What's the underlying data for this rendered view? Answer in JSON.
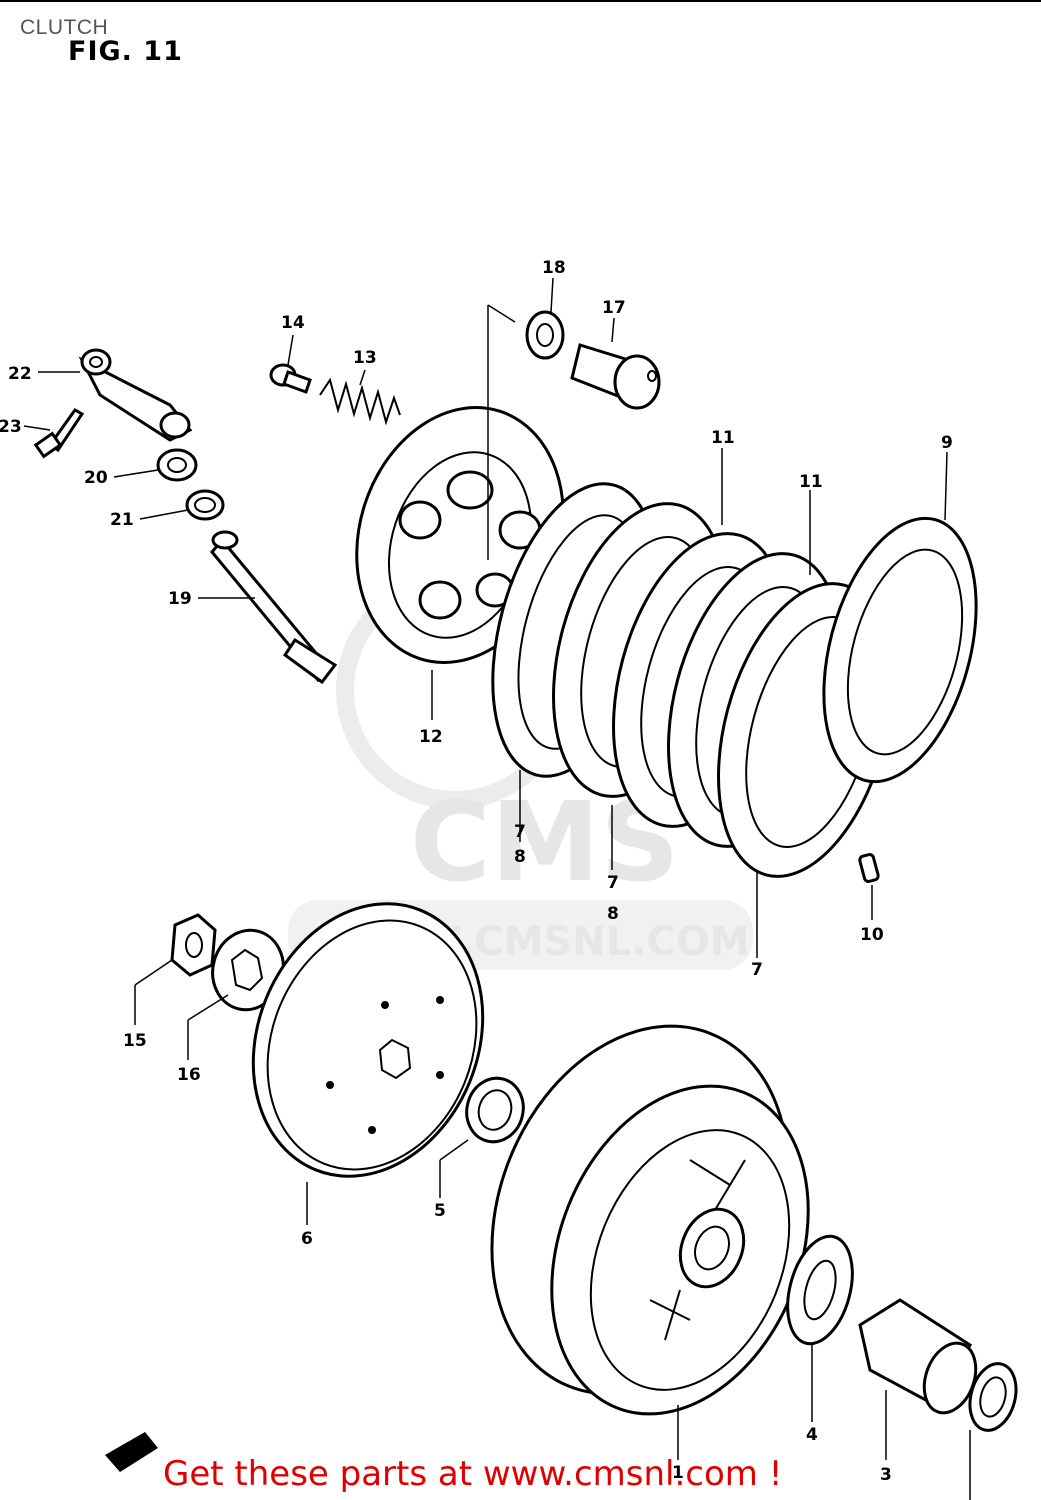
{
  "header": {
    "title": "CLUTCH",
    "figure": "FIG. 11"
  },
  "diagram": {
    "callouts": {
      "c1": "1",
      "c3": "3",
      "c4": "4",
      "c5": "5",
      "c6": "6",
      "c7a": "7",
      "c7b": "7",
      "c7c": "7",
      "c8a": "8",
      "c8b": "8",
      "c9": "9",
      "c10": "10",
      "c11a": "11",
      "c11b": "11",
      "c12": "12",
      "c13": "13",
      "c14": "14",
      "c15": "15",
      "c16": "16",
      "c17": "17",
      "c18": "18",
      "c19": "19",
      "c20": "20",
      "c21": "21",
      "c22": "22",
      "c23": "23"
    },
    "watermark": "WWW.CMSNL.COM"
  },
  "footer": {
    "promo": "Get these parts at www.cmsnl.com !"
  },
  "colors": {
    "promo": "#e00000",
    "line": "#000000",
    "watermark": "#e6e6e6"
  }
}
